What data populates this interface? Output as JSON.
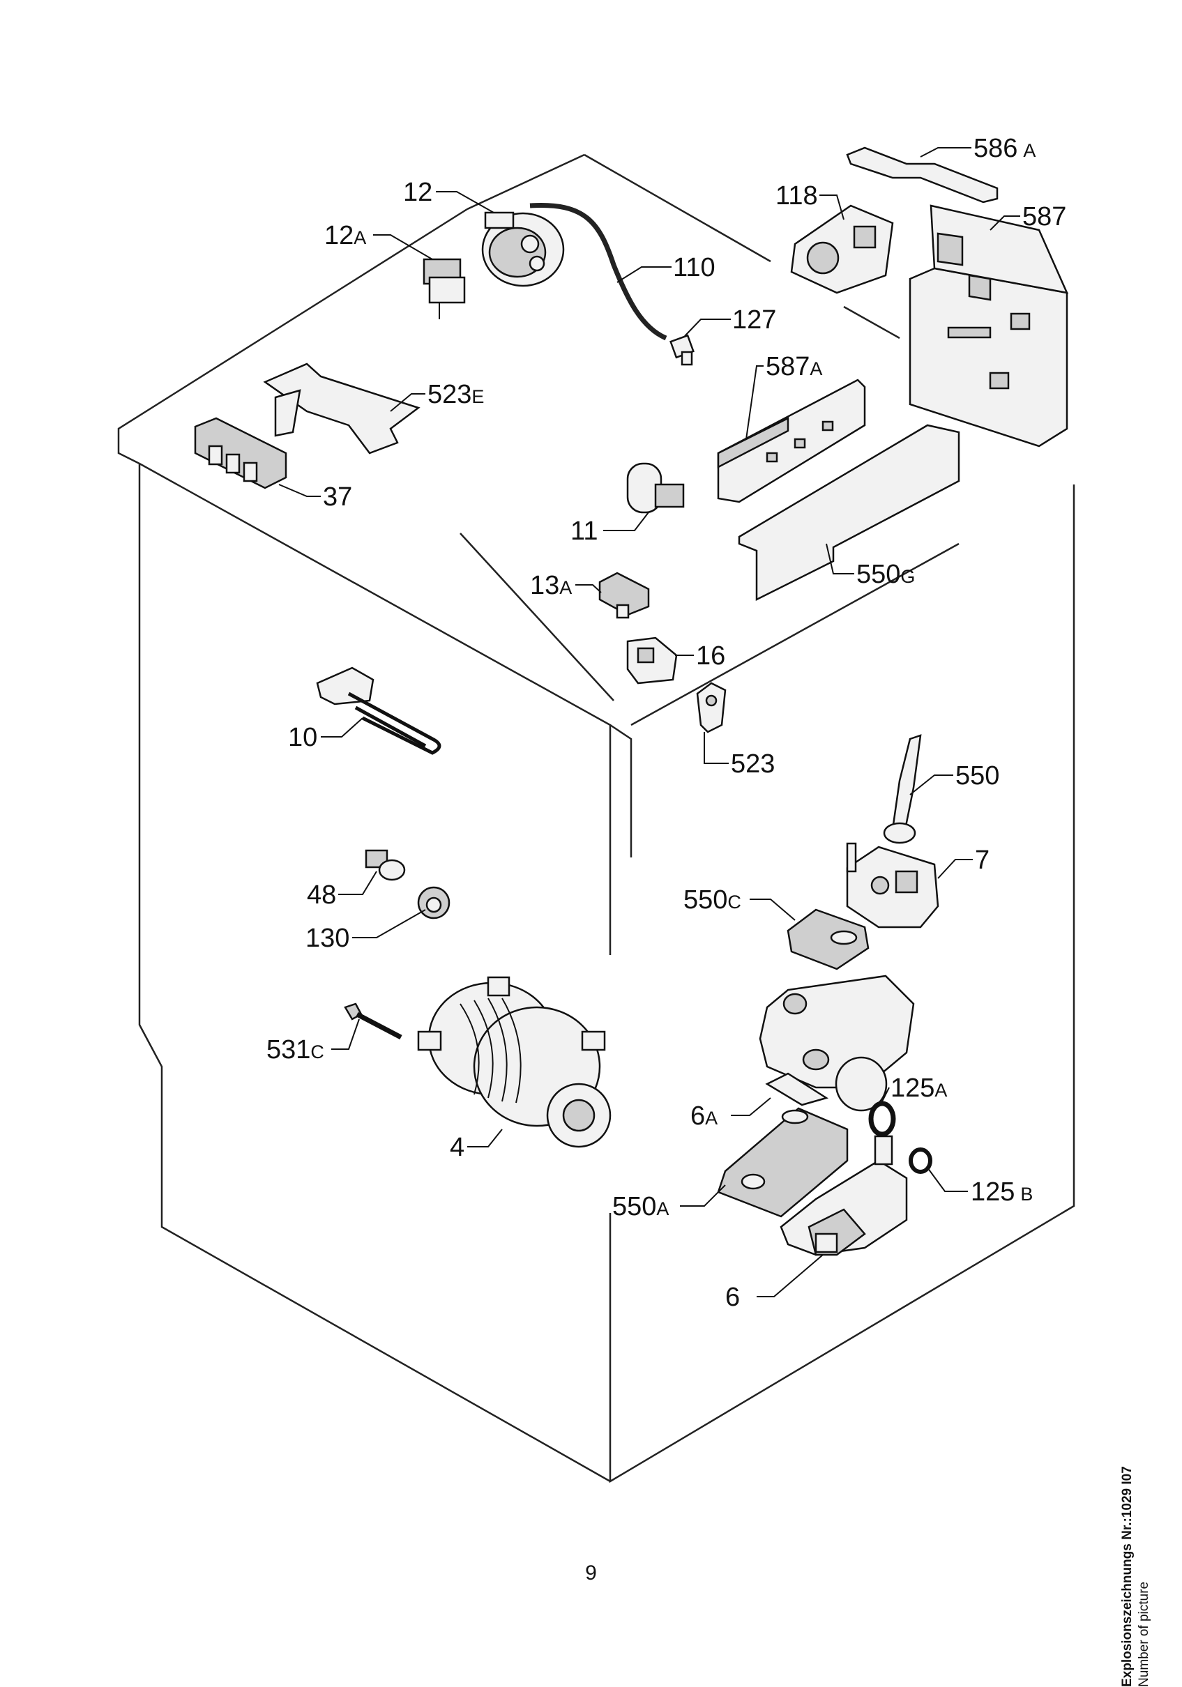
{
  "page": {
    "number": "9",
    "caption_title": "Explosionszeichnungs Nr.:1029 I07",
    "caption_subtitle": "Number of picture"
  },
  "parts": [
    {
      "id": "p12",
      "num": "12",
      "suffix": ""
    },
    {
      "id": "p12a",
      "num": "12",
      "suffix": "A"
    },
    {
      "id": "p110",
      "num": "110",
      "suffix": ""
    },
    {
      "id": "p127",
      "num": "127",
      "suffix": ""
    },
    {
      "id": "p118",
      "num": "118",
      "suffix": ""
    },
    {
      "id": "p586a",
      "num": "586",
      "suffix": "A"
    },
    {
      "id": "p587",
      "num": "587",
      "suffix": ""
    },
    {
      "id": "p587a",
      "num": "587",
      "suffix": "A"
    },
    {
      "id": "p523e",
      "num": "523",
      "suffix": "E"
    },
    {
      "id": "p37",
      "num": "37",
      "suffix": ""
    },
    {
      "id": "p11",
      "num": "11",
      "suffix": ""
    },
    {
      "id": "p550g",
      "num": "550",
      "suffix": "G"
    },
    {
      "id": "p13a",
      "num": "13",
      "suffix": "A"
    },
    {
      "id": "p16",
      "num": "16",
      "suffix": ""
    },
    {
      "id": "p523",
      "num": "523",
      "suffix": ""
    },
    {
      "id": "p10",
      "num": "10",
      "suffix": ""
    },
    {
      "id": "p550",
      "num": "550",
      "suffix": ""
    },
    {
      "id": "p7",
      "num": "7",
      "suffix": ""
    },
    {
      "id": "p48",
      "num": "48",
      "suffix": ""
    },
    {
      "id": "p130",
      "num": "130",
      "suffix": ""
    },
    {
      "id": "p550c",
      "num": "550",
      "suffix": "C"
    },
    {
      "id": "p531c",
      "num": "531",
      "suffix": "C"
    },
    {
      "id": "p125a",
      "num": "125",
      "suffix": "A"
    },
    {
      "id": "p6a",
      "num": "6",
      "suffix": "A"
    },
    {
      "id": "p4",
      "num": "4",
      "suffix": ""
    },
    {
      "id": "p550a",
      "num": "550",
      "suffix": "A"
    },
    {
      "id": "p125b",
      "num": "125",
      "suffix": "B"
    },
    {
      "id": "p6",
      "num": "6",
      "suffix": ""
    }
  ]
}
